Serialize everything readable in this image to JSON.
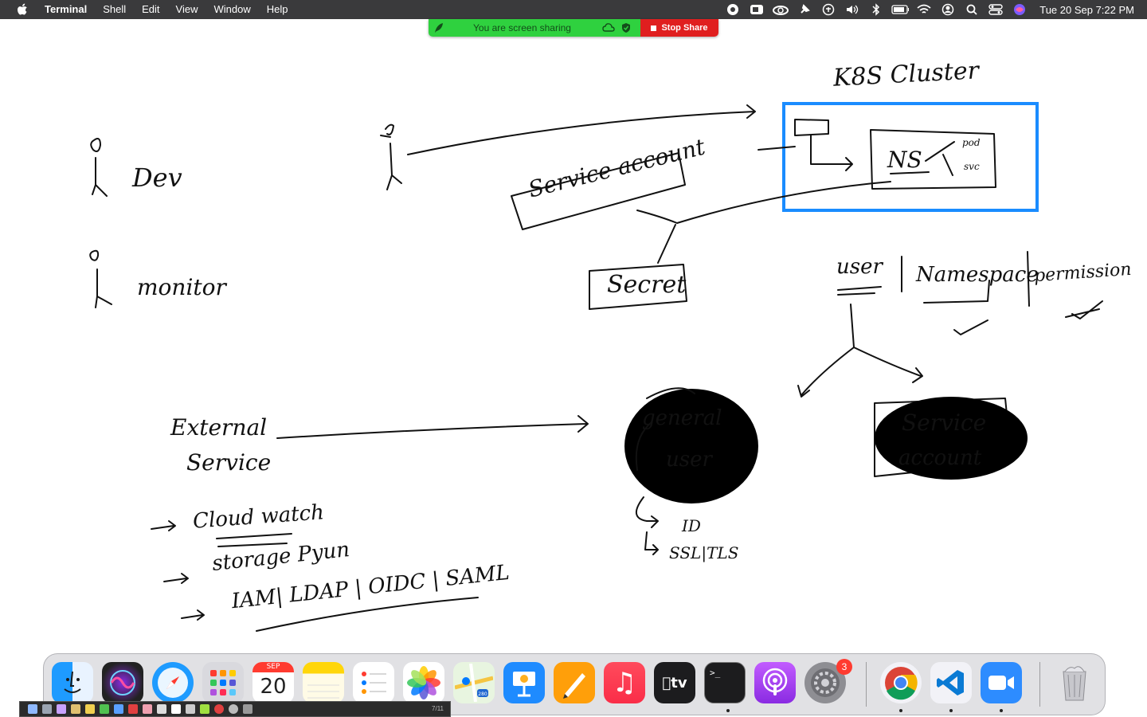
{
  "menubar": {
    "app_name": "Terminal",
    "menus": [
      "Shell",
      "Edit",
      "View",
      "Window",
      "Help"
    ],
    "clock": "Tue 20 Sep  7:22 PM",
    "status_icons": [
      "camera-icon",
      "video-icon",
      "creative-cloud-icon",
      "pin-icon",
      "accessibility-icon",
      "volume-icon",
      "bluetooth-icon",
      "battery-icon",
      "wifi-icon",
      "user-icon",
      "search-icon",
      "control-center-icon",
      "siri-icon"
    ]
  },
  "share_bar": {
    "status_text": "You are screen sharing",
    "stop_label": "Stop Share",
    "colors": {
      "status_bg": "#2fd13f",
      "stop_bg": "#e01f1f"
    }
  },
  "whiteboard": {
    "k8s_title": "K8S Cluster",
    "ns_label": "NS",
    "pod_label": "pod",
    "svc_label": "svc",
    "dev_label": "Dev",
    "monitor_label": "monitor",
    "service_account_box": "Service account",
    "secret_box": "Secret",
    "header_user": "user",
    "header_namespace": "Namespace",
    "header_permission": "permission",
    "external_line1": "External",
    "external_line2": "Service",
    "list": [
      "Cloud watch",
      "storage  Pyun",
      "IAM| LDAP | OIDC | SAML"
    ],
    "general_user_line1": "general",
    "general_user_line2": "user",
    "service_account_circle_line1": "Service",
    "service_account_circle_line2": "account",
    "id_label": "ID",
    "ssl_label": "SSL|TLS",
    "colors": {
      "cluster_border": "#1a8cff",
      "ink": "#111111"
    }
  },
  "dock": {
    "apps": [
      {
        "name": "Finder",
        "glyph": "☺"
      },
      {
        "name": "Siri",
        "glyph": "◉"
      },
      {
        "name": "Safari",
        "glyph": "✦"
      },
      {
        "name": "Launchpad",
        "glyph": "▦"
      },
      {
        "name": "Calendar",
        "glyph": "20",
        "month": "SEP"
      },
      {
        "name": "Notes",
        "glyph": ""
      },
      {
        "name": "Reminders",
        "glyph": "☰"
      },
      {
        "name": "Photos",
        "glyph": "✿"
      },
      {
        "name": "Maps",
        "glyph": "280"
      },
      {
        "name": "Keynote",
        "glyph": "▲"
      },
      {
        "name": "Pages",
        "glyph": "✎"
      },
      {
        "name": "Music",
        "glyph": "♫"
      },
      {
        "name": "TV",
        "glyph": "tv"
      },
      {
        "name": "Terminal",
        "glyph": ">_"
      },
      {
        "name": "Podcasts",
        "glyph": "◎"
      },
      {
        "name": "System Preferences",
        "glyph": "⚙",
        "badge": "3"
      },
      {
        "name": "Chrome",
        "glyph": "◍"
      },
      {
        "name": "VS Code",
        "glyph": "⟩"
      },
      {
        "name": "Zoom",
        "glyph": "■"
      },
      {
        "name": "Trash",
        "glyph": "🗑"
      }
    ]
  },
  "annotation_toolbar": {
    "page": "7/11"
  }
}
